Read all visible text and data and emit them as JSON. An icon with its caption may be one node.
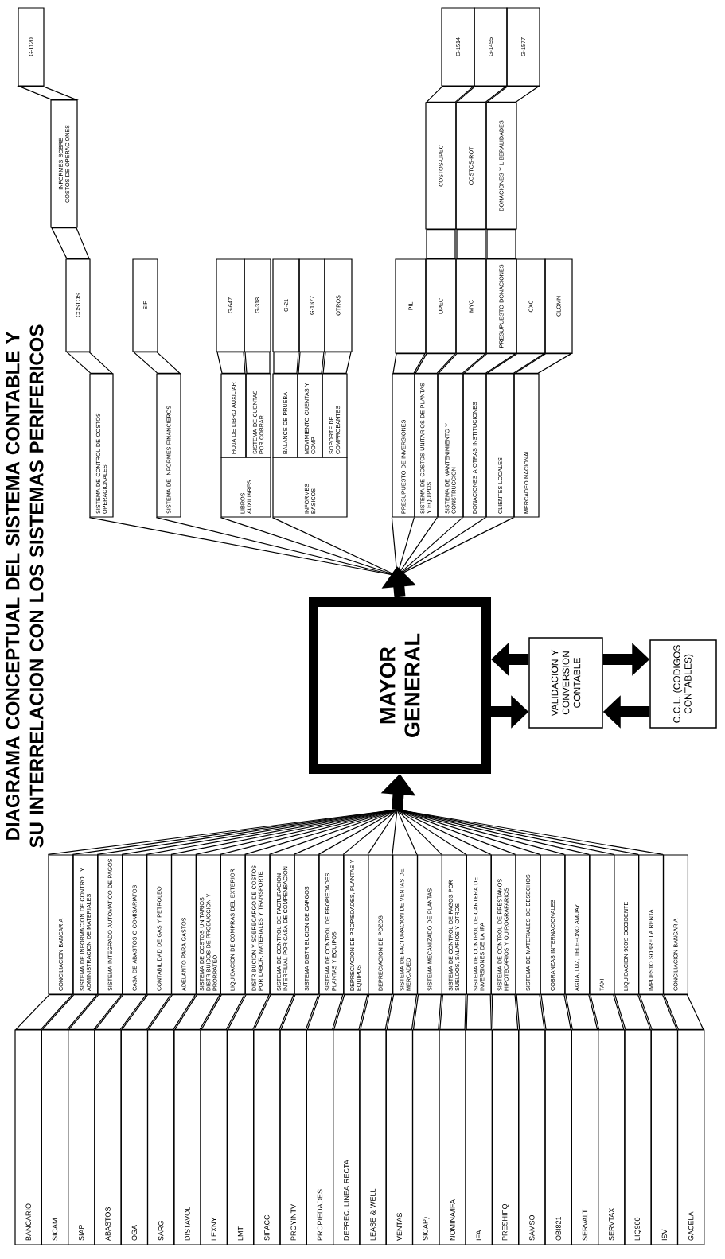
{
  "diagram": {
    "title": "DIAGRAMA CONCEPTUAL DEL SISTEMA CONTABLE Y SU INTERRELACION CON LOS SISTEMAS PERIFERICOS",
    "nodes": [
      {
        "text": [
          "MAYOR GENERAL"
        ]
      },
      {
        "text": [
          "VALIDACION Y CONVERSION CONTABLE"
        ]
      },
      {
        "text": [
          "C.C.L. (CODIGOS CONTABLES)"
        ]
      },
      {
        "text": [
          "BANCARIO"
        ]
      },
      {
        "text": [
          "SICAM"
        ]
      },
      {
        "text": [
          "SIAP"
        ]
      },
      {
        "text": [
          "ABASTOS"
        ]
      },
      {
        "text": [
          "OGA"
        ]
      },
      {
        "text": [
          "SARG"
        ]
      },
      {
        "text": [
          "DISTAVOL"
        ]
      },
      {
        "text": [
          "LEXNY"
        ]
      },
      {
        "text": [
          "LMT"
        ]
      },
      {
        "text": [
          "SIFACC"
        ]
      },
      {
        "text": [
          "PROYINTV"
        ]
      },
      {
        "text": [
          "PROPIEDADES"
        ]
      },
      {
        "text": [
          "DEPREC. LINEA RECTA"
        ]
      },
      {
        "text": [
          "LEASE & WELL"
        ]
      },
      {
        "text": [
          "VENTAS"
        ]
      },
      {
        "text": [
          "SICAP)"
        ]
      },
      {
        "text": [
          "NOMINA/IFA"
        ]
      },
      {
        "text": [
          "IFA"
        ]
      },
      {
        "text": [
          "PRESHIPQ"
        ]
      },
      {
        "text": [
          "SAMSO"
        ]
      },
      {
        "text": [
          "OBI821"
        ]
      },
      {
        "text": [
          "SERVALT"
        ]
      },
      {
        "text": [
          "SERVTAXI"
        ]
      },
      {
        "text": [
          "LIQ900"
        ]
      },
      {
        "text": [
          "ISV"
        ]
      },
      {
        "text": [
          "GACELA"
        ]
      },
      {
        "text": [
          "CONCILIACION BANCARIA"
        ]
      },
      {
        "text": [
          "SISTEMA DE INFORMACION DE CONTROL Y ADMINISTRACION DE MATERIALES"
        ]
      },
      {
        "text": [
          "SISTEMA INTEGRADO AUTOMATICO DE PAGOS"
        ]
      },
      {
        "text": [
          "CASA DE ABASTOS O COMISARIATOS"
        ]
      },
      {
        "text": [
          "CONTABILIDAD DE GAS Y PETROLEO"
        ]
      },
      {
        "text": [
          "ADELANTO PARA GASTOS"
        ]
      },
      {
        "text": [
          "SISTEMA DE COSTOS UNITARIOS DISTRIBUIDOS DE PRODUCCION Y PRORRATEO"
        ]
      },
      {
        "text": [
          "LIQUIDACION DE COMPRAS DEL EXTERIOR"
        ]
      },
      {
        "text": [
          "DISTRIBUCION Y SOBRECARGO DE COSTOS POR LABOR, MATERIALES Y TRANSPORTE"
        ]
      },
      {
        "text": [
          "SISTEMA DE CONTROL DE FACTURACION INTERFILIAL POR CASA DE COMPENSACION"
        ]
      },
      {
        "text": [
          "SISTEMA DISTRIBUCION DE CARGOS"
        ]
      },
      {
        "text": [
          "SISTEMA DE CONTROL DE PROPIEDADES, PLANTAS Y EQUIPOS"
        ]
      },
      {
        "text": [
          "DEPRECIACION DE PROPIEDADES, PLANTAS Y EQUIPOS"
        ]
      },
      {
        "text": [
          "DEPRECIACION DE POZOS"
        ]
      },
      {
        "text": [
          "SISTEMA DE FACTURACION DE VENTAS DE MERCADEO"
        ]
      },
      {
        "text": [
          "SISTEMA MECANIZADO DE PLANTAS"
        ]
      },
      {
        "text": [
          "SISTEMA DE CONTROL DE PAGOS POR SUELDOS, SALARIOS Y OTROS"
        ]
      },
      {
        "text": [
          "SISTEMA DE CONTROL DE CARTERA DE INVERSIONES DE LA IFA"
        ]
      },
      {
        "text": [
          "SISTEMA DE CONTROL DE PRESTAMOS HIPOTECARIOS Y QUIROGRAFARIOS"
        ]
      },
      {
        "text": [
          "SISTEMA DE MATERIALES DE DESECHOS"
        ]
      },
      {
        "text": [
          "COBRANZAS INTERNACIONALES"
        ]
      },
      {
        "text": [
          "AGUA, LUZ, TELEFONO AMUAY"
        ]
      },
      {
        "text": [
          "TAXI"
        ]
      },
      {
        "text": [
          "LIQUIDACION 900'S OCCIDENTE"
        ]
      },
      {
        "text": [
          "IMPUESTO SOBRE LA RENTA"
        ]
      },
      {
        "text": [
          "CONCILIACION BANCARIA"
        ]
      },
      {
        "text": [
          "SISTEMA DE CONTROL DE COSTOS OPERACIONALES"
        ]
      },
      {
        "text": [
          "COSTOS"
        ]
      },
      {
        "text": [
          "INFORMES SOBRE COSTOS DE OPERACIONES"
        ]
      },
      {
        "text": [
          "G-1120"
        ]
      },
      {
        "text": [
          "SISTEMA DE INFORMES FINANCIEROS"
        ]
      },
      {
        "text": [
          "SIF"
        ]
      },
      {
        "text": [
          "LIBROS AUXILIARES"
        ]
      },
      {
        "text": [
          "HOJA DE LIBRO AUXILIAR"
        ]
      },
      {
        "text": [
          "SISTEMA DE CUENTAS POR COBRAR"
        ]
      },
      {
        "text": [
          "G-647"
        ]
      },
      {
        "text": [
          "G-318"
        ]
      },
      {
        "text": [
          "INFORMES BASICOS"
        ]
      },
      {
        "text": [
          "BALANCE DE PRUEBA"
        ]
      },
      {
        "text": [
          "MOVIMIENTO CUENTAS Y COMP"
        ]
      },
      {
        "text": [
          "SOPORTE DE COMPROBANTES"
        ]
      },
      {
        "text": [
          "G-21"
        ]
      },
      {
        "text": [
          "G-1377"
        ]
      },
      {
        "text": [
          "OTROS"
        ]
      },
      {
        "text": [
          "PRESUPUESTO DE INVERSIONES"
        ]
      },
      {
        "text": [
          "SISTEMA DE COSTOS UNITARIOS DE PLANTAS Y EQUIPOS"
        ]
      },
      {
        "text": [
          "SISTEMA DE MANTENIMIENTO Y CONSTRUCCION"
        ]
      },
      {
        "text": [
          "DONACIONES A OTRAS INSTITUCIONES"
        ]
      },
      {
        "text": [
          "CLIENTES LOCALES"
        ]
      },
      {
        "text": [
          "MERCADEO NACIONAL"
        ]
      },
      {
        "text": [
          "PIL"
        ]
      },
      {
        "text": [
          "UPEC"
        ]
      },
      {
        "text": [
          "MYC"
        ]
      },
      {
        "text": [
          "PRESUPUESTO DONACIONES"
        ]
      },
      {
        "text": [
          "CXC"
        ]
      },
      {
        "text": [
          "CLOMN"
        ]
      },
      {
        "text": [
          "COSTOS-UPEC"
        ]
      },
      {
        "text": [
          "COSTOS-ROT"
        ]
      },
      {
        "text": [
          "DONACIONES Y LIBERALIDADES"
        ]
      },
      {
        "text": [
          "G-1514"
        ]
      },
      {
        "text": [
          "G-1455"
        ]
      },
      {
        "text": [
          "G-1577"
        ]
      }
    ],
    "edges": [
      {
        "from": 3,
        "to": 29,
        "arrow": "none"
      },
      {
        "from": 4,
        "to": 30,
        "arrow": "none"
      },
      {
        "from": 5,
        "to": 31,
        "arrow": "none"
      },
      {
        "from": 6,
        "to": 32,
        "arrow": "none"
      },
      {
        "from": 7,
        "to": 33,
        "arrow": "none"
      },
      {
        "from": 8,
        "to": 34,
        "arrow": "none"
      },
      {
        "from": 9,
        "to": 35,
        "arrow": "none"
      },
      {
        "from": 10,
        "to": 36,
        "arrow": "none"
      },
      {
        "from": 11,
        "to": 37,
        "arrow": "none"
      },
      {
        "from": 12,
        "to": 38,
        "arrow": "none"
      },
      {
        "from": 13,
        "to": 39,
        "arrow": "none"
      },
      {
        "from": 14,
        "to": 40,
        "arrow": "none"
      },
      {
        "from": 15,
        "to": 41,
        "arrow": "none"
      },
      {
        "from": 16,
        "to": 42,
        "arrow": "none"
      },
      {
        "from": 17,
        "to": 43,
        "arrow": "none"
      },
      {
        "from": 18,
        "to": 44,
        "arrow": "none"
      },
      {
        "from": 19,
        "to": 45,
        "arrow": "none"
      },
      {
        "from": 20,
        "to": 46,
        "arrow": "none"
      },
      {
        "from": 21,
        "to": 47,
        "arrow": "none"
      },
      {
        "from": 22,
        "to": 48,
        "arrow": "none"
      },
      {
        "from": 23,
        "to": 49,
        "arrow": "none"
      },
      {
        "from": 24,
        "to": 50,
        "arrow": "none"
      },
      {
        "from": 25,
        "to": 51,
        "arrow": "none"
      },
      {
        "from": 26,
        "to": 52,
        "arrow": "none"
      },
      {
        "from": 27,
        "to": 53,
        "arrow": "none"
      },
      {
        "from": 28,
        "to": 54,
        "arrow": "none"
      },
      {
        "from": 29,
        "to": 0,
        "arrow": "to"
      },
      {
        "from": 30,
        "to": 0,
        "arrow": "to"
      },
      {
        "from": 31,
        "to": 0,
        "arrow": "to"
      },
      {
        "from": 32,
        "to": 0,
        "arrow": "to"
      },
      {
        "from": 33,
        "to": 0,
        "arrow": "to"
      },
      {
        "from": 34,
        "to": 0,
        "arrow": "to"
      },
      {
        "from": 35,
        "to": 0,
        "arrow": "to"
      },
      {
        "from": 36,
        "to": 0,
        "arrow": "to"
      },
      {
        "from": 37,
        "to": 0,
        "arrow": "to"
      },
      {
        "from": 38,
        "to": 0,
        "arrow": "to"
      },
      {
        "from": 39,
        "to": 0,
        "arrow": "to"
      },
      {
        "from": 40,
        "to": 0,
        "arrow": "to"
      },
      {
        "from": 41,
        "to": 0,
        "arrow": "to"
      },
      {
        "from": 42,
        "to": 0,
        "arrow": "to"
      },
      {
        "from": 43,
        "to": 0,
        "arrow": "to"
      },
      {
        "from": 44,
        "to": 0,
        "arrow": "to"
      },
      {
        "from": 45,
        "to": 0,
        "arrow": "to"
      },
      {
        "from": 46,
        "to": 0,
        "arrow": "to"
      },
      {
        "from": 47,
        "to": 0,
        "arrow": "to"
      },
      {
        "from": 48,
        "to": 0,
        "arrow": "to"
      },
      {
        "from": 49,
        "to": 0,
        "arrow": "to"
      },
      {
        "from": 50,
        "to": 0,
        "arrow": "to"
      },
      {
        "from": 51,
        "to": 0,
        "arrow": "to"
      },
      {
        "from": 52,
        "to": 0,
        "arrow": "to"
      },
      {
        "from": 53,
        "to": 0,
        "arrow": "to"
      },
      {
        "from": 54,
        "to": 0,
        "arrow": "to"
      },
      {
        "from": 0,
        "to": 1,
        "arrow": "to",
        "style": "thick"
      },
      {
        "from": 1,
        "to": 0,
        "arrow": "to",
        "style": "thick"
      },
      {
        "from": 1,
        "to": 2,
        "arrow": "to",
        "style": "thick"
      },
      {
        "from": 2,
        "to": 1,
        "arrow": "to",
        "style": "thick"
      },
      {
        "from": 0,
        "to": 55,
        "arrow": "to"
      },
      {
        "from": 0,
        "to": 59,
        "arrow": "to"
      },
      {
        "from": 0,
        "to": 61,
        "arrow": "to"
      },
      {
        "from": 0,
        "to": 66,
        "arrow": "to"
      },
      {
        "from": 0,
        "to": 73,
        "arrow": "to"
      },
      {
        "from": 0,
        "to": 74,
        "arrow": "to"
      },
      {
        "from": 0,
        "to": 75,
        "arrow": "to"
      },
      {
        "from": 0,
        "to": 76,
        "arrow": "to"
      },
      {
        "from": 0,
        "to": 77,
        "arrow": "to"
      },
      {
        "from": 0,
        "to": 78,
        "arrow": "to"
      },
      {
        "from": 55,
        "to": 56,
        "arrow": "none"
      },
      {
        "from": 56,
        "to": 57,
        "arrow": "none"
      },
      {
        "from": 57,
        "to": 58,
        "arrow": "none"
      },
      {
        "from": 59,
        "to": 60,
        "arrow": "none"
      },
      {
        "from": 62,
        "to": 64,
        "arrow": "none"
      },
      {
        "from": 63,
        "to": 65,
        "arrow": "none"
      },
      {
        "from": 67,
        "to": 70,
        "arrow": "none"
      },
      {
        "from": 68,
        "to": 71,
        "arrow": "none"
      },
      {
        "from": 69,
        "to": 72,
        "arrow": "none"
      },
      {
        "from": 73,
        "to": 79,
        "arrow": "none"
      },
      {
        "from": 74,
        "to": 80,
        "arrow": "none"
      },
      {
        "from": 75,
        "to": 81,
        "arrow": "none"
      },
      {
        "from": 76,
        "to": 82,
        "arrow": "none"
      },
      {
        "from": 77,
        "to": 83,
        "arrow": "none"
      },
      {
        "from": 78,
        "to": 84,
        "arrow": "none"
      },
      {
        "from": 80,
        "to": 85,
        "arrow": "none"
      },
      {
        "from": 81,
        "to": 86,
        "arrow": "none"
      },
      {
        "from": 82,
        "to": 87,
        "arrow": "none"
      },
      {
        "from": 85,
        "to": 88,
        "arrow": "none"
      },
      {
        "from": 86,
        "to": 89,
        "arrow": "none"
      },
      {
        "from": 87,
        "to": 90,
        "arrow": "none"
      }
    ]
  }
}
